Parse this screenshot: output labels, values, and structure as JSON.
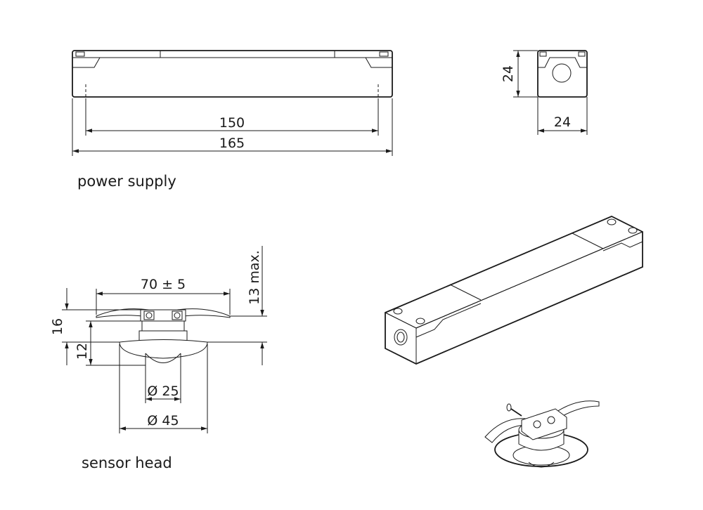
{
  "power_supply": {
    "caption": "power supply",
    "dim_inner_length": "150",
    "dim_total_length": "165",
    "dim_height": "24",
    "dim_width": "24"
  },
  "sensor_head": {
    "caption": "sensor head",
    "dim_wing_span": "70 ± 5",
    "dim_max_height": "13 max.",
    "dim_total_height": "16",
    "dim_body_height": "12",
    "dim_lens_dia": "Ø 25",
    "dim_flange_dia": "Ø 45"
  },
  "colors": {
    "line": "#1a1a1a",
    "background": "#ffffff"
  }
}
